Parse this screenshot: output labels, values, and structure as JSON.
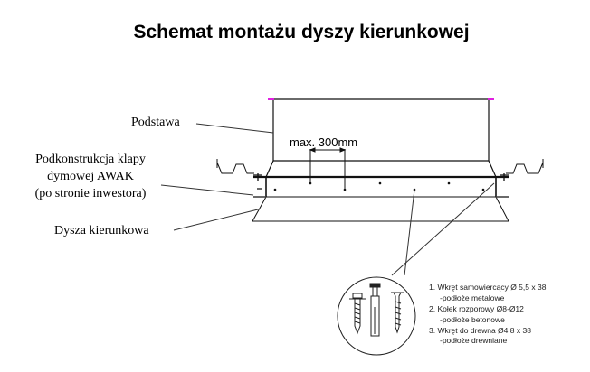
{
  "title": "Schemat montażu dyszy kierunkowej",
  "labels": {
    "base": "Podstawa",
    "substructure": [
      "Podkonstrukcja klapy",
      "dymowej AWAK",
      "(po stronie inwestora)"
    ],
    "nozzle": "Dysza kierunkowa",
    "spacing": "max. 300mm"
  },
  "legend": [
    {
      "item": "1. Wkręt samowiercący Ø 5,5 x 38",
      "note": "-podłoże metalowe"
    },
    {
      "item": "2. Kołek rozporowy Ø8-Ø12",
      "note": "-podłoże betonowe"
    },
    {
      "item": "3. Wkręt do drewna Ø4,8 x 38",
      "note": "-podłoże drewniane"
    }
  ],
  "colors": {
    "line": "#111111",
    "accent": "#e020e0"
  }
}
